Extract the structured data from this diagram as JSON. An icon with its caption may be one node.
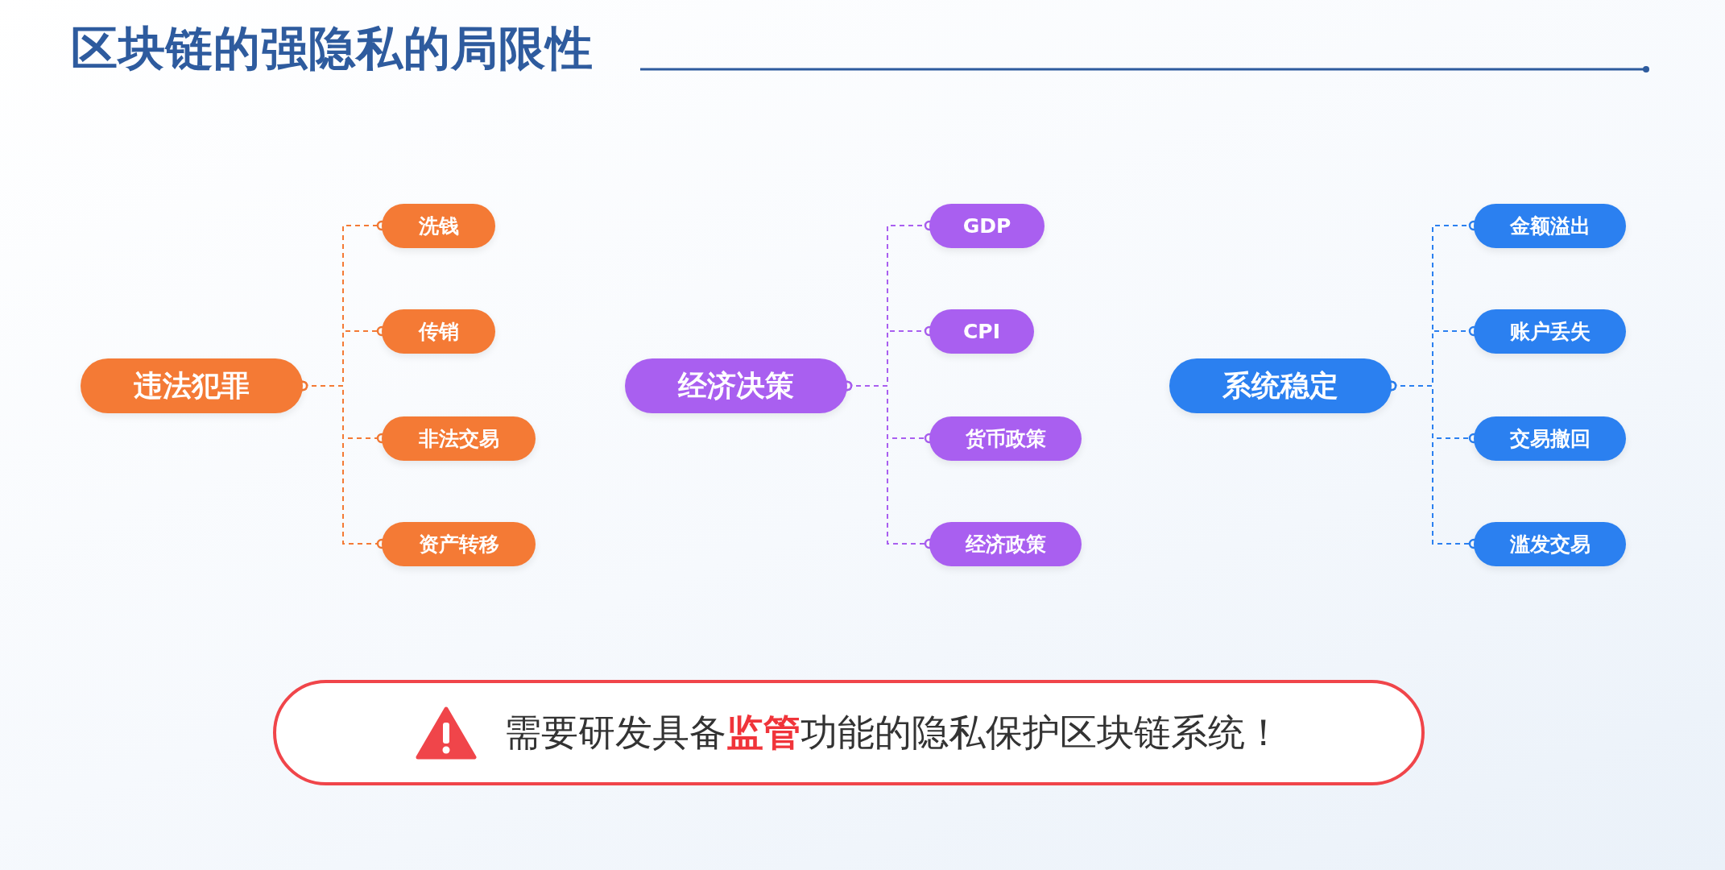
{
  "diagram": {
    "title": "区块链的强隐私的局限性",
    "nodes": [
      {
        "text": [
          "违法犯罪"
        ]
      },
      {
        "text": [
          "洗钱"
        ]
      },
      {
        "text": [
          "传销"
        ]
      },
      {
        "text": [
          "非法交易"
        ]
      },
      {
        "text": [
          "资产转移"
        ]
      },
      {
        "text": [
          "经济决策"
        ]
      },
      {
        "text": [
          "GDP"
        ]
      },
      {
        "text": [
          "CPI"
        ]
      },
      {
        "text": [
          "货币政策"
        ]
      },
      {
        "text": [
          "经济政策"
        ]
      },
      {
        "text": [
          "系统稳定"
        ]
      },
      {
        "text": [
          "金额溢出"
        ]
      },
      {
        "text": [
          "账户丢失"
        ]
      },
      {
        "text": [
          "交易撤回"
        ]
      },
      {
        "text": [
          "滥发交易"
        ]
      },
      {
        "text": [
          "需要研发具备**监管**功能的隐私保护区块链系统！"
        ]
      }
    ],
    "edges": [
      {
        "from": 0,
        "to": 1,
        "arrow": "other",
        "style": "dashed",
        "color": "#f47a35"
      },
      {
        "from": 0,
        "to": 2,
        "arrow": "other",
        "style": "dashed",
        "color": "#f47a35"
      },
      {
        "from": 0,
        "to": 3,
        "arrow": "other",
        "style": "dashed",
        "color": "#f47a35"
      },
      {
        "from": 0,
        "to": 4,
        "arrow": "other",
        "style": "dashed",
        "color": "#f47a35"
      },
      {
        "from": 5,
        "to": 6,
        "arrow": "other",
        "style": "dashed",
        "color": "#a95ff0"
      },
      {
        "from": 5,
        "to": 7,
        "arrow": "other",
        "style": "dashed",
        "color": "#a95ff0"
      },
      {
        "from": 5,
        "to": 8,
        "arrow": "other",
        "style": "dashed",
        "color": "#a95ff0"
      },
      {
        "from": 5,
        "to": 9,
        "arrow": "other",
        "style": "dashed",
        "color": "#a95ff0"
      },
      {
        "from": 10,
        "to": 11,
        "arrow": "other",
        "style": "dashed",
        "color": "#2b80f0"
      },
      {
        "from": 10,
        "to": 12,
        "arrow": "other",
        "style": "dashed",
        "color": "#2b80f0"
      },
      {
        "from": 10,
        "to": 13,
        "arrow": "other",
        "style": "dashed",
        "color": "#2b80f0"
      },
      {
        "from": 10,
        "to": 14,
        "arrow": "other",
        "style": "dashed",
        "color": "#2b80f0"
      }
    ]
  }
}
